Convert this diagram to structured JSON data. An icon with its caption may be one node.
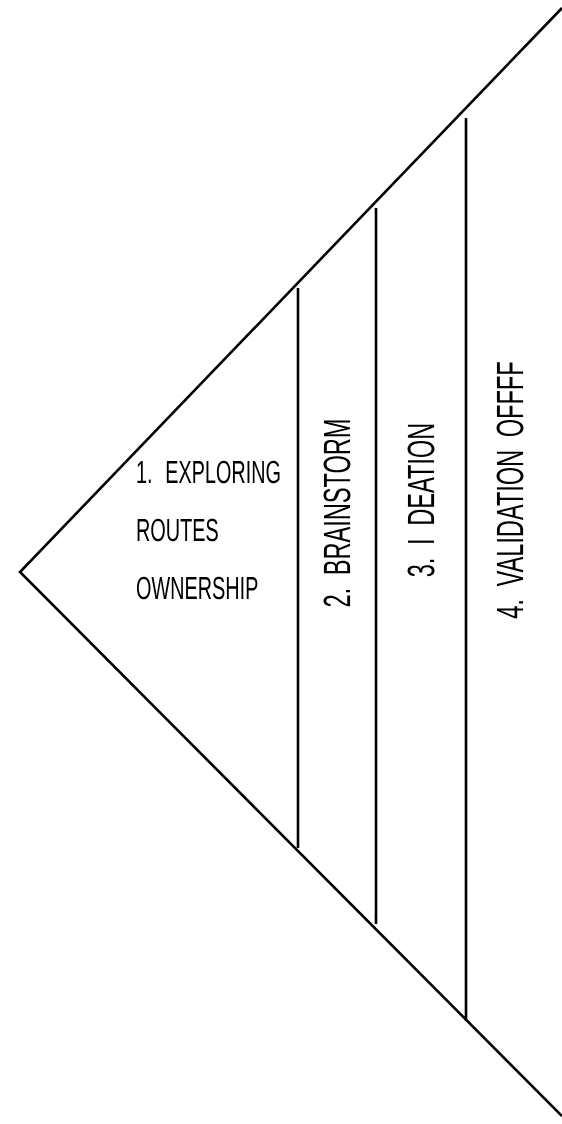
{
  "diagram": {
    "nodes": [
      {
        "text": [
          "1. EXPLORING ROUTES OWNERSHIP"
        ]
      },
      {
        "text": [
          "2. BRAINSTORM"
        ]
      },
      {
        "text": [
          "3. I DEATION"
        ]
      },
      {
        "text": [
          "4. VALIDATION OFFFF"
        ]
      }
    ]
  }
}
